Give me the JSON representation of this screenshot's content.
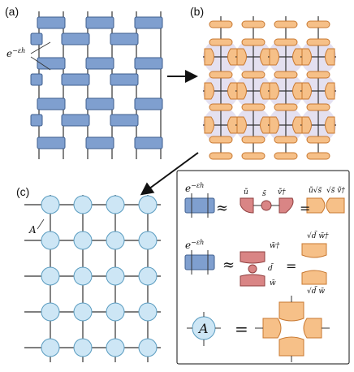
{
  "panels": {
    "a": {
      "label": "(a)",
      "gate_label": "e^{-εh}",
      "gate_text": "e",
      "gate_sup": "−εh"
    },
    "b": {
      "label": "(b)"
    },
    "c": {
      "label": "(c)",
      "site_label": "A"
    }
  },
  "legend": {
    "row1": {
      "lhs_text": "e",
      "lhs_sup": "−εh",
      "approx": "≈",
      "equals": "=",
      "u": "ũ",
      "s": "s̃",
      "v": "ṽ†",
      "u_sqrt": "ũ√s̃",
      "v_sqrt": "√s̃ ṽ†"
    },
    "row2": {
      "lhs_text": "e",
      "lhs_sup": "−εh",
      "approx": "≈",
      "equals": "=",
      "w_dag": "w̃†",
      "d": "d̃",
      "w": "w̃",
      "top": "√d̃ w̃†",
      "bottom": "√d̃ w̃"
    },
    "row3": {
      "site": "A",
      "equals": "="
    }
  },
  "colors": {
    "blue_gate": "#7f9fcf",
    "blue_stroke": "#3f5f8f",
    "orange": "#f6c088",
    "orange_stroke": "#c87830",
    "red": "#d98585",
    "red_stroke": "#8f3f3f",
    "lavender": "#ddd8ec",
    "light_blue": "#cde6f5",
    "light_blue_stroke": "#5a9cc0"
  }
}
